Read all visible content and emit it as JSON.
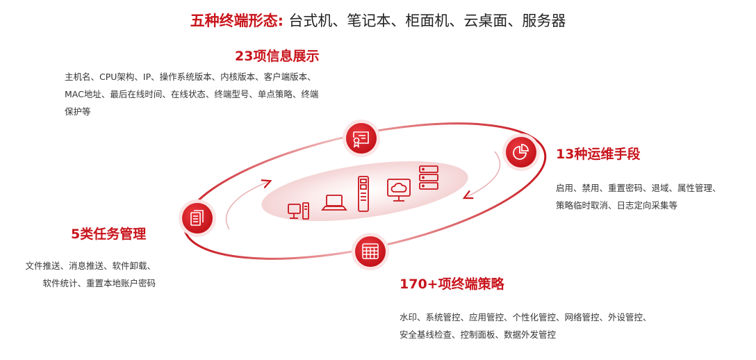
{
  "title": {
    "lead": "五种终端形态:",
    "rest": "台式机、笔记本、柜面机、云桌面、服务器"
  },
  "sections": {
    "info": {
      "heading": "23项信息展示",
      "lines": [
        "主机名、CPU架构、IP、操作系统版本、内核版本、客户端版本、",
        "MAC地址、最后在线时间、在线状态、终端型号、单点策略、终端",
        "保护等"
      ]
    },
    "ops": {
      "heading": "13种运维手段",
      "lines": [
        "启用、禁用、重置密码、退域、属性管理、",
        "策略临时取消、日志定向采集等"
      ]
    },
    "tasks": {
      "heading": "5类任务管理",
      "lines": [
        "文件推送、消息推送、软件卸载、",
        "软件统计、重置本地账户密码"
      ]
    },
    "policy": {
      "heading": "170+项终端策略",
      "lines": [
        "水印、系统管控、应用管控、个性化管控、网络管控、外设管控、",
        "安全基线检查、控制面板、数据外发管控"
      ]
    }
  },
  "nodes": [
    {
      "name": "info-node",
      "icon": "certificate-icon"
    },
    {
      "name": "ops-node",
      "icon": "pie-chart-icon"
    },
    {
      "name": "tasks-node",
      "icon": "documents-icon"
    },
    {
      "name": "policy-node",
      "icon": "calendar-grid-icon"
    }
  ],
  "devices": [
    "desktop-icon",
    "laptop-icon",
    "kiosk-icon",
    "cloud-desktop-icon",
    "server-icon"
  ],
  "colors": {
    "accent": "#c8141c",
    "text": "#333333",
    "halo": "#f6d8d8"
  }
}
